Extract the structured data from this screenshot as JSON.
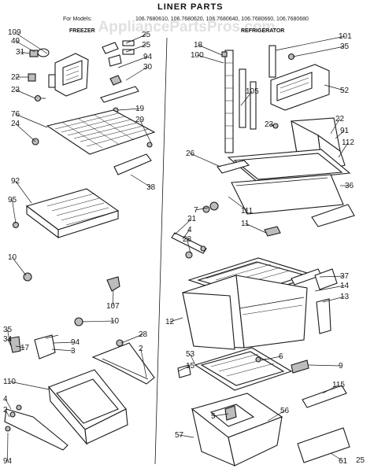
{
  "watermark": "AppliancePartsPros.com",
  "title": "LINER PARTS",
  "models_header": {
    "for_models": "For Models:",
    "model_list": "106.7680610, 106.7680620, 106.7680640, 106.7680660, 106.7680680",
    "freezer_label": "FREEZER",
    "refrigerator_label": "REFRIGERATOR"
  },
  "page_code": "25",
  "callouts": {
    "left": [
      "109",
      "49",
      "31",
      "22",
      "23",
      "25",
      "25",
      "94",
      "30",
      "19",
      "29",
      "76",
      "24",
      "38",
      "92",
      "95",
      "10",
      "107",
      "10",
      "35",
      "34",
      "94",
      "3",
      "17",
      "28",
      "2",
      "110",
      "4",
      "2",
      "94"
    ],
    "right": [
      "18",
      "100",
      "101",
      "35",
      "105",
      "52",
      "22",
      "23",
      "91",
      "112",
      "26",
      "36",
      "7",
      "111",
      "11",
      "21",
      "4",
      "28",
      "37",
      "14",
      "13",
      "12",
      "53",
      "15",
      "6",
      "9",
      "115",
      "5",
      "56",
      "57",
      "61"
    ]
  },
  "colors": {
    "ink": "#1a1a1a",
    "watermark": "#c8c8c8",
    "background": "#ffffff"
  }
}
